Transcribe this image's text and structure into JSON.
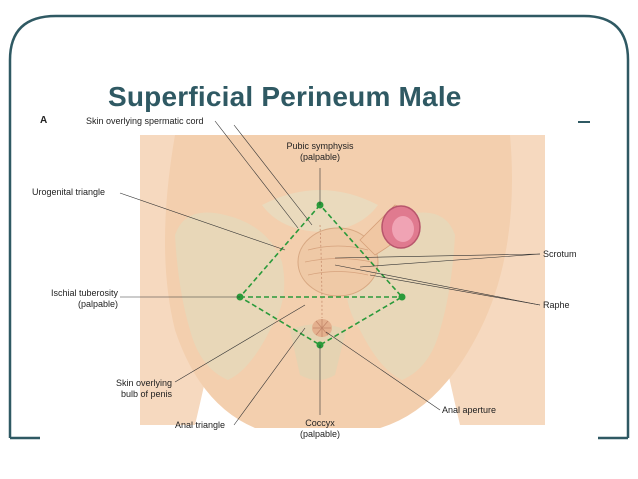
{
  "slide": {
    "title": "Superficial Perineum Male",
    "figure_letter": "A"
  },
  "labels": {
    "skin_spermatic_cord": "Skin overlying spermatic cord",
    "pubic_symphysis": "Pubic symphysis",
    "pubic_symphysis_note": "(palpable)",
    "urogenital_triangle": "Urogenital triangle",
    "scrotum": "Scrotum",
    "ischial_tuberosity": "Ischial tuberosity",
    "ischial_tuberosity_note": "(palpable)",
    "raphe": "Raphe",
    "skin_bulb_line1": "Skin overlying",
    "skin_bulb_line2": "bulb of penis",
    "anal_triangle": "Anal triangle",
    "coccyx": "Coccyx",
    "coccyx_note": "(palpable)",
    "anal_aperture": "Anal aperture"
  },
  "colors": {
    "title": "#2f5963",
    "frame": "#2f5963",
    "skin": "#f5d2b3",
    "bone": "#e3d6b6",
    "dashed_line": "#2a9a3a",
    "penis_tip": "#e07a8f"
  }
}
